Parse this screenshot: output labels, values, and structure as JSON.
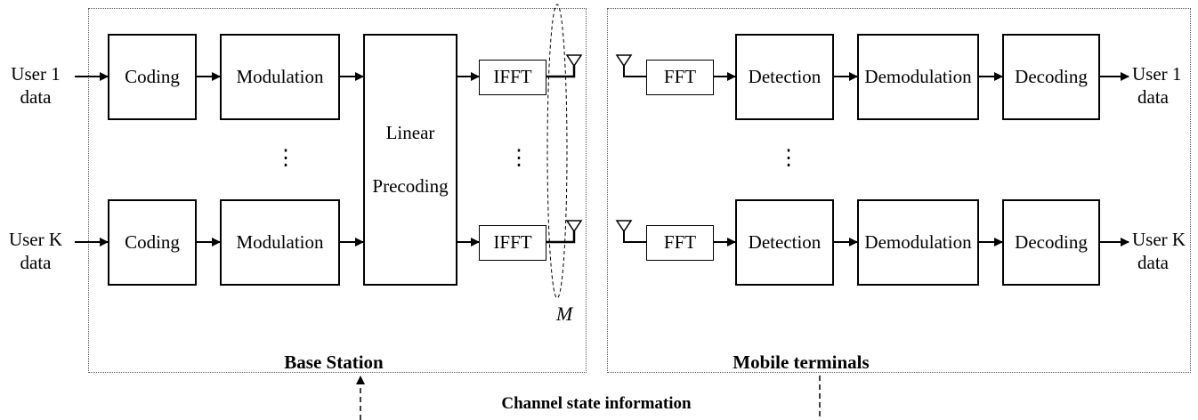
{
  "inputs": {
    "user1": [
      "User 1",
      "data"
    ],
    "userK": [
      "User K",
      "data"
    ]
  },
  "outputs": {
    "user1": [
      "User 1",
      "data"
    ],
    "userK": [
      "User K",
      "data"
    ]
  },
  "base_station": {
    "label": "Base Station",
    "coding": "Coding",
    "modulation": "Modulation",
    "precoding": [
      "Linear",
      "Precoding"
    ],
    "ifft": "IFFT",
    "antenna_count_symbol": "M"
  },
  "mobile_terminals": {
    "label": "Mobile terminals",
    "fft": "FFT",
    "detection": "Detection",
    "demodulation": "Demodulation",
    "decoding": "Decoding"
  },
  "feedback": {
    "label": "Channel state information"
  },
  "ellipsis": "⋮"
}
